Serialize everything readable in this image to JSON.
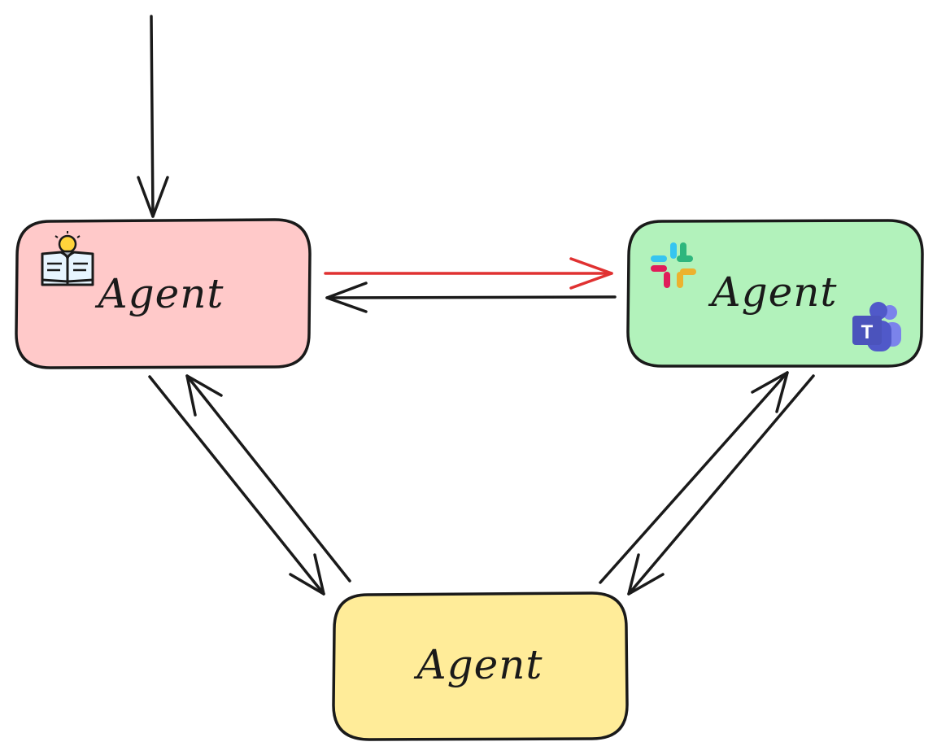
{
  "nodes": [
    {
      "id": "agent-left",
      "label": "Agent",
      "fill": "#ffc9c9",
      "icons": [
        "book-lightbulb-icon"
      ]
    },
    {
      "id": "agent-right",
      "label": "Agent",
      "fill": "#b2f2bb",
      "icons": [
        "slack-icon",
        "teams-icon"
      ]
    },
    {
      "id": "agent-bottom",
      "label": "Agent",
      "fill": "#ffec99",
      "icons": []
    }
  ],
  "edges": [
    {
      "from": "input",
      "to": "agent-left",
      "color": "#1a1a1a"
    },
    {
      "from": "agent-left",
      "to": "agent-right",
      "color": "#e03131"
    },
    {
      "from": "agent-right",
      "to": "agent-left",
      "color": "#1a1a1a"
    },
    {
      "from": "agent-left",
      "to": "agent-bottom",
      "color": "#1a1a1a"
    },
    {
      "from": "agent-bottom",
      "to": "agent-left",
      "color": "#1a1a1a"
    },
    {
      "from": "agent-bottom",
      "to": "agent-right",
      "color": "#1a1a1a"
    },
    {
      "from": "agent-right",
      "to": "agent-bottom",
      "color": "#1a1a1a"
    }
  ],
  "colors": {
    "stroke": "#1a1a1a",
    "accent_red": "#e03131"
  }
}
